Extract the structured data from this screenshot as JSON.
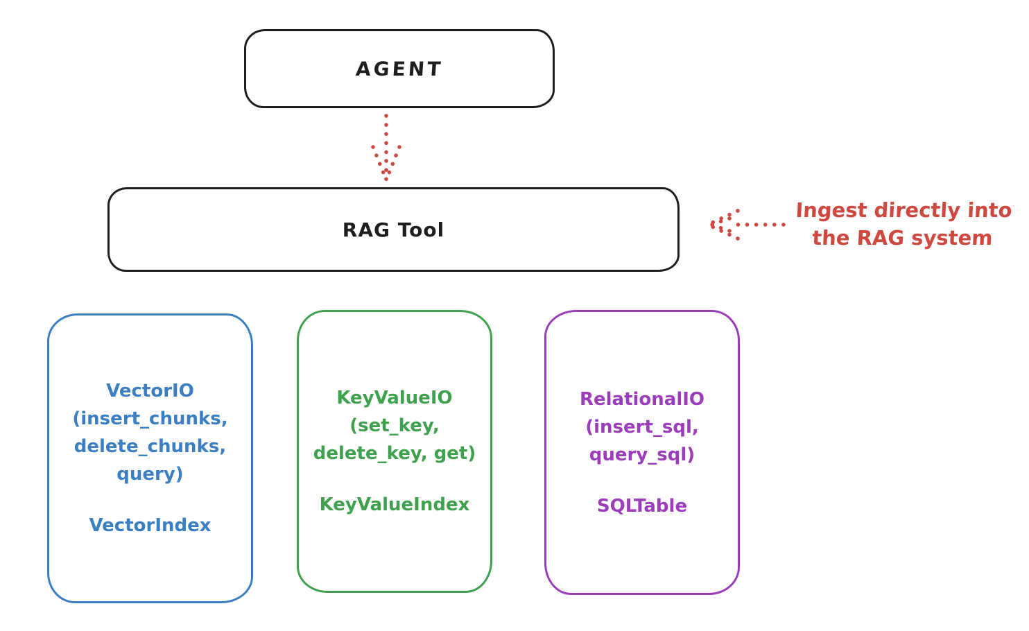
{
  "diagram": {
    "title_hint": "RAG Tool architecture sketch",
    "agent": {
      "label": "AGENT"
    },
    "rag_tool": {
      "label": "RAG Tool"
    },
    "annotation": {
      "text": "Ingest directly into\nthe RAG system",
      "color": "#cf4840"
    },
    "arrows": [
      {
        "icon": "dotted-down-arrow-icon",
        "from": "agent",
        "to": "rag_tool",
        "color": "#cf4840",
        "style": "dotted"
      },
      {
        "icon": "dotted-left-arrow-icon",
        "from": "annotation",
        "to": "rag_tool",
        "color": "#cf4840",
        "style": "dotted"
      }
    ],
    "cards": [
      {
        "id": "vector-io",
        "color": "#3b7ec2",
        "methods": "VectorIO\n(insert_chunks,\ndelete_chunks,\nquery)",
        "index": "VectorIndex"
      },
      {
        "id": "keyvalue-io",
        "color": "#3fa04e",
        "methods": "KeyValueIO\n(set_key,\ndelete_key, get)",
        "index": "KeyValueIndex"
      },
      {
        "id": "relational-io",
        "color": "#9b3cba",
        "methods": "RelationalIO\n(insert_sql,\nquery_sql)",
        "index": "SQLTable"
      }
    ],
    "colors": {
      "ink": "#1e1e1e",
      "red": "#cf4840",
      "blue": "#3b7ec2",
      "green": "#3fa04e",
      "purple": "#9b3cba",
      "background": "#ffffff"
    }
  }
}
